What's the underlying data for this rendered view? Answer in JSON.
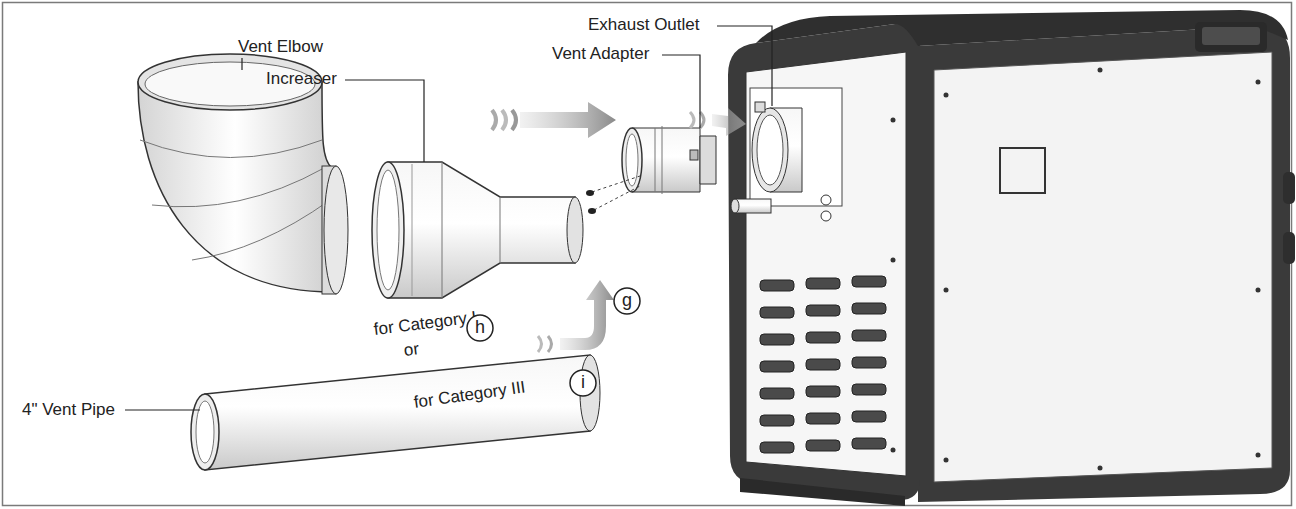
{
  "diagram": {
    "nodes": [
      {
        "text": [
          "g"
        ]
      },
      {
        "text": [
          "h"
        ]
      },
      {
        "text": [
          "i"
        ]
      }
    ],
    "labels": [
      "Exhaust Outlet",
      "Vent Elbow",
      "Vent Adapter",
      "Increaser",
      "for Category I",
      "or",
      "4\" Vent Pipe",
      "for Category III"
    ]
  }
}
